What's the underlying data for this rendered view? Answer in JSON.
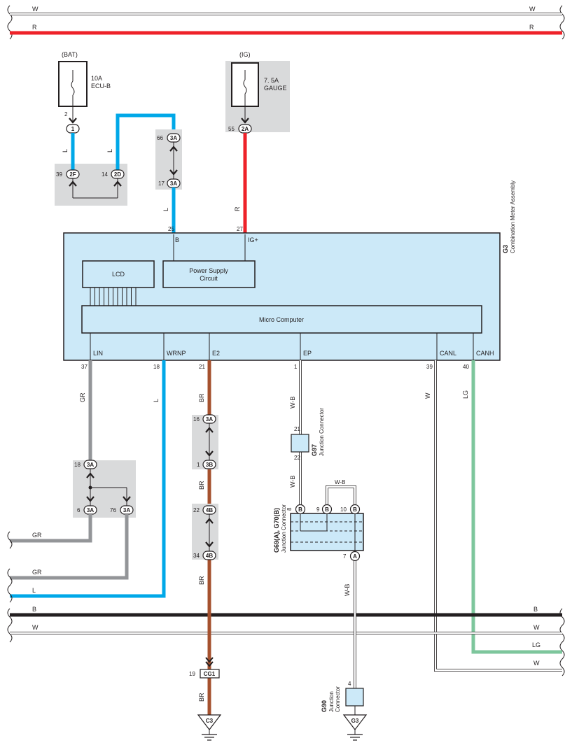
{
  "colors": {
    "W": "#ffffff",
    "R": "#ee2229",
    "L": "#00a8e8",
    "GR": "#939598",
    "BR": "#a5512e",
    "B": "#231f20",
    "LG": "#7dc69c",
    "W-B": "#ffffff",
    "fill_component": "#cce9f8",
    "fill_grey": "#d9dadb"
  },
  "bus": {
    "top": [
      {
        "label_left": "W",
        "label_right": "W"
      },
      {
        "label_left": "R",
        "label_right": "R"
      }
    ],
    "bottom": [
      {
        "label_left": "B",
        "label_right": "B"
      },
      {
        "label_left": "W",
        "label_right": "W"
      },
      {
        "label_right": "LG"
      },
      {
        "label_right": "W"
      }
    ]
  },
  "fuses": {
    "bat": {
      "source": "(BAT)",
      "rating": "10A",
      "name": "ECU-B",
      "pin": "2",
      "conn": "1"
    },
    "ig": {
      "source": "(IG)",
      "rating": "7. 5A",
      "name": "GAUGE",
      "pin": "55",
      "conn": "2A"
    }
  },
  "connectors": {
    "c2f": {
      "pin": "39",
      "code": "2F"
    },
    "c2d": {
      "pin": "14",
      "code": "2D"
    },
    "c3a_66": {
      "pin": "66",
      "code": "3A"
    },
    "c3a_17": {
      "pin": "17",
      "code": "3A"
    },
    "c3a_16": {
      "pin": "16",
      "code": "3A"
    },
    "c3b_1": {
      "pin": "1",
      "code": "3B"
    },
    "c4b_22": {
      "pin": "22",
      "code": "4B"
    },
    "c4b_34": {
      "pin": "34",
      "code": "4B"
    },
    "c3a_18": {
      "pin": "18",
      "code": "3A"
    },
    "c3a_6": {
      "pin": "6",
      "code": "3A"
    },
    "c3a_76": {
      "pin": "76",
      "code": "3A"
    },
    "cg1": {
      "pin": "19",
      "code": "CG1"
    }
  },
  "wire_labels": {
    "l1": "L",
    "l2": "L",
    "l3": "L",
    "r1": "R",
    "gr1": "GR",
    "l4": "L",
    "br1": "BR",
    "br2": "BR",
    "br3": "BR",
    "br4": "BR",
    "wb1": "W-B",
    "wb2": "W-B",
    "wb3": "W-B",
    "wb4": "W-B",
    "w1": "W",
    "lg1": "LG",
    "gr_left1": "GR",
    "gr_left2": "GR",
    "l_left": "L"
  },
  "meter": {
    "code": "G3",
    "name": "Combination Meter Assembly",
    "top_pins": [
      {
        "num": "25",
        "label": "B"
      },
      {
        "num": "27",
        "label": "IG+"
      }
    ],
    "bottom_pins": [
      {
        "num": "37",
        "label": "LIN"
      },
      {
        "num": "18",
        "label": "WRNP"
      },
      {
        "num": "21",
        "label": "E2"
      },
      {
        "num": "1",
        "label": "EP"
      },
      {
        "num": "39",
        "label": "CANL"
      },
      {
        "num": "40",
        "label": "CANH"
      }
    ],
    "lcd": "LCD",
    "power_supply_line1": "Power Supply",
    "power_supply_line2": "Circuit",
    "micro": "Micro Computer"
  },
  "g97": {
    "code": "G97",
    "name": "Junction Connector",
    "pin_top": "21",
    "pin_bottom": "22"
  },
  "g69": {
    "code": "G69(A), G70(B)",
    "name": "Junction Connector",
    "pins": [
      {
        "num": "8",
        "code": "B"
      },
      {
        "num": "9",
        "code": "B"
      },
      {
        "num": "10",
        "code": "B"
      },
      {
        "num": "7",
        "code": "A"
      }
    ]
  },
  "g90": {
    "code": "G90",
    "name_line1": "Junction",
    "name_line2": "Connector",
    "pin": "4"
  },
  "grounds": {
    "left": "C3",
    "right": "G3"
  }
}
